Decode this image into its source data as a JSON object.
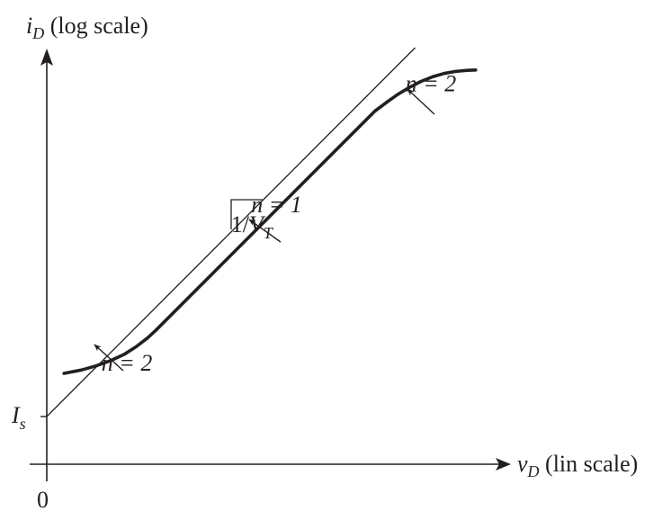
{
  "chart_data": {
    "type": "line",
    "x_axis": {
      "variable": "v",
      "subscript": "D",
      "suffix": " (lin scale)",
      "scale": "linear",
      "tick_label": "0"
    },
    "y_axis": {
      "variable": "i",
      "subscript": "D",
      "suffix": " (log scale)",
      "scale": "log",
      "tick_label": {
        "main": "I",
        "sub": "s"
      }
    },
    "grid": false,
    "legend": "none",
    "series": [
      {
        "style": "thin",
        "points": [
          [
            0.0,
            0.0
          ],
          [
            0.64,
            1.0
          ]
        ]
      },
      {
        "style": "thick",
        "points": [
          [
            0.03,
            0.117
          ],
          [
            0.06,
            0.126
          ],
          [
            0.085,
            0.137
          ],
          [
            0.11,
            0.151
          ],
          [
            0.135,
            0.169
          ],
          [
            0.155,
            0.189
          ],
          [
            0.175,
            0.213
          ],
          [
            0.19,
            0.2346
          ],
          [
            0.57,
            0.828
          ],
          [
            0.59,
            0.8515
          ],
          [
            0.61,
            0.8736
          ],
          [
            0.63,
            0.8921
          ],
          [
            0.65,
            0.9085
          ],
          [
            0.67,
            0.9209
          ],
          [
            0.69,
            0.9299
          ],
          [
            0.71,
            0.9355
          ],
          [
            0.73,
            0.9385
          ],
          [
            0.745,
            0.9394
          ]
        ]
      }
    ],
    "annotations": [
      {
        "id": "slope",
        "text": "1/",
        "var": "V",
        "sub": "T",
        "x": 0.32,
        "y": 0.5
      },
      {
        "id": "n-top",
        "text": "n = 2",
        "x": 0.623,
        "y": 0.882
      },
      {
        "id": "n-mid",
        "text": "n = 1",
        "x": 0.355,
        "y": 0.554
      },
      {
        "id": "n-low",
        "text": "n = 2",
        "x": 0.095,
        "y": 0.125
      }
    ]
  }
}
